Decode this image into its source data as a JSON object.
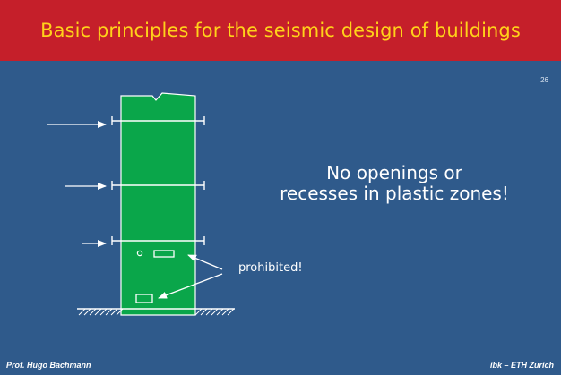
{
  "slide": {
    "title": "Basic principles for the seismic design of buildings",
    "page_number": "26",
    "message_line1": "No openings or",
    "message_line2": "recesses in plastic zones!",
    "prohibited_label": "prohibited!",
    "footer_left": "Prof. Hugo Bachmann",
    "footer_right": "ibk – ETH Zurich"
  },
  "colors": {
    "background": "#2f5a8b",
    "title_bar": "#c51f2a",
    "title_text": "#ffd21a",
    "wall": "#0aa64a"
  },
  "icons": [
    "force-arrow-icon",
    "floor-slab-icon",
    "opening-icon",
    "ground-hatch-icon",
    "pointer-arrow-icon"
  ]
}
